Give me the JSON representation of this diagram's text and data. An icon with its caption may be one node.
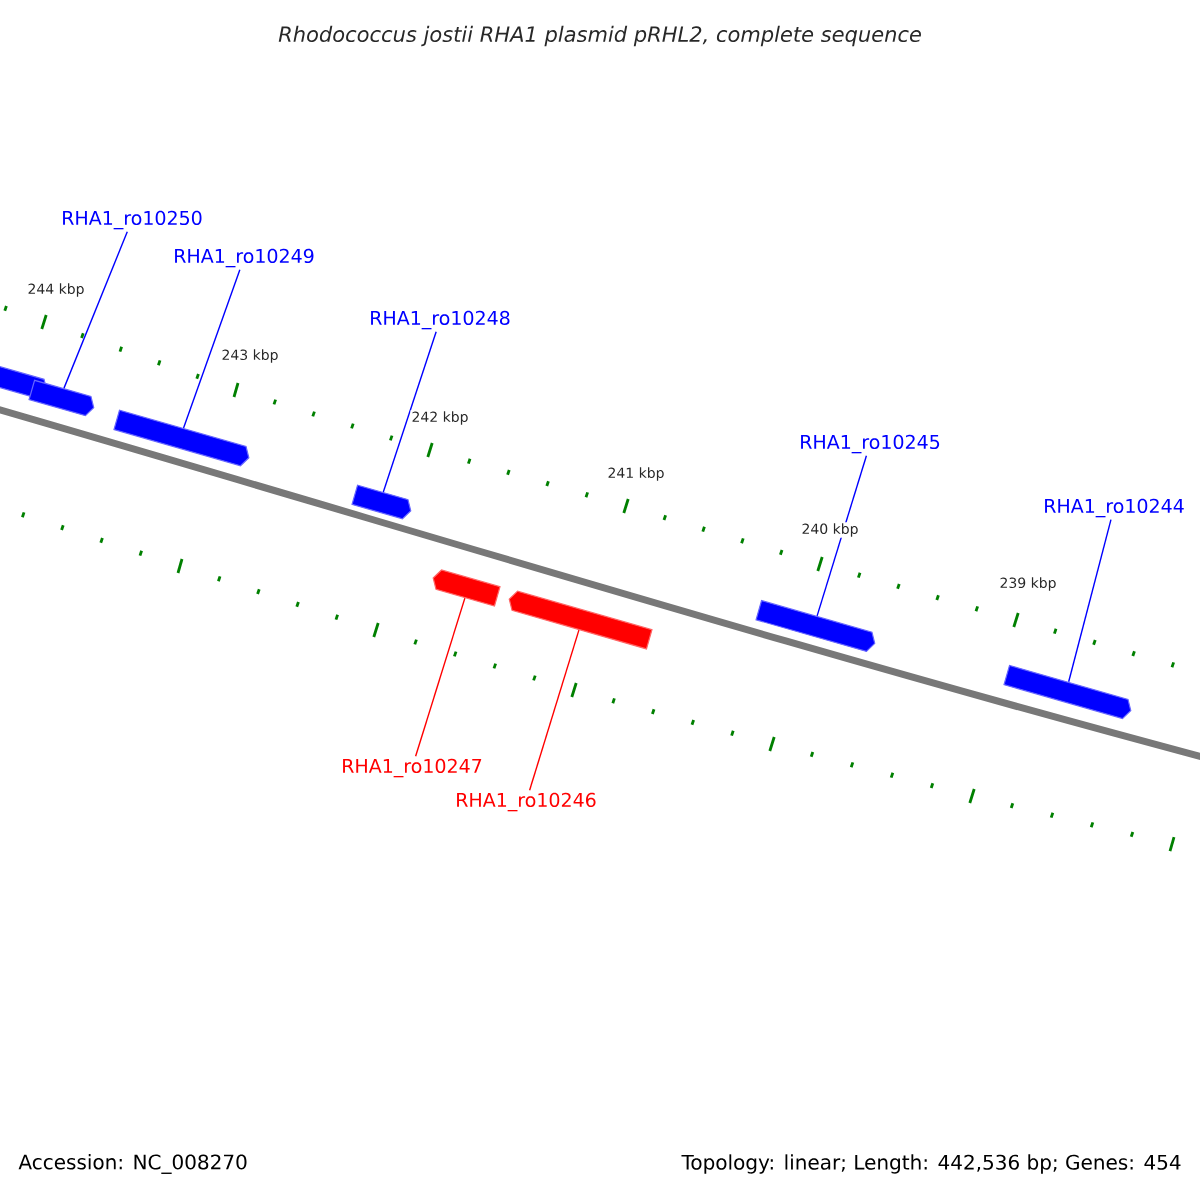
{
  "diagram": {
    "title": "Rhodococcus jostii RHA1 plasmid pRHL2, complete sequence",
    "nodes": [
      {
        "text": [
          "RHA1_ro10250"
        ]
      },
      {
        "text": [
          "RHA1_ro10249"
        ]
      },
      {
        "text": [
          "RHA1_ro10248"
        ]
      },
      {
        "text": [
          "RHA1_ro10245"
        ]
      },
      {
        "text": [
          "RHA1_ro10244"
        ]
      },
      {
        "text": [
          "RHA1_ro10247"
        ]
      },
      {
        "text": [
          "RHA1_ro10246"
        ]
      },
      {
        "text": [],
        "shape": "bar"
      },
      {
        "text": [],
        "shape": "bar"
      },
      {
        "text": [],
        "shape": "bar"
      },
      {
        "text": [],
        "shape": "bar"
      },
      {
        "text": [],
        "shape": "bar"
      },
      {
        "text": [],
        "shape": "bar"
      },
      {
        "text": [],
        "shape": "bar"
      },
      {
        "text": [],
        "shape": "bar"
      }
    ],
    "edges": [
      {
        "from": 0,
        "to": 8,
        "arrow": "none"
      },
      {
        "from": 1,
        "to": 9,
        "arrow": "none"
      },
      {
        "from": 2,
        "to": 10,
        "arrow": "none"
      },
      {
        "from": 3,
        "to": 13,
        "arrow": "none"
      },
      {
        "from": 4,
        "to": 14,
        "arrow": "none"
      },
      {
        "from": 5,
        "to": 11,
        "arrow": "none",
        "color": "#ff0000"
      },
      {
        "from": 6,
        "to": 12,
        "arrow": "none",
        "color": "#ff0000"
      }
    ],
    "labels": [
      "244 kbp",
      "243 kbp",
      "242 kbp",
      "241 kbp",
      "240 kbp",
      "239 kbp",
      "Accession: NC_008270",
      "Topology: linear; Length: 442,536 bp; Genes: 454"
    ]
  }
}
